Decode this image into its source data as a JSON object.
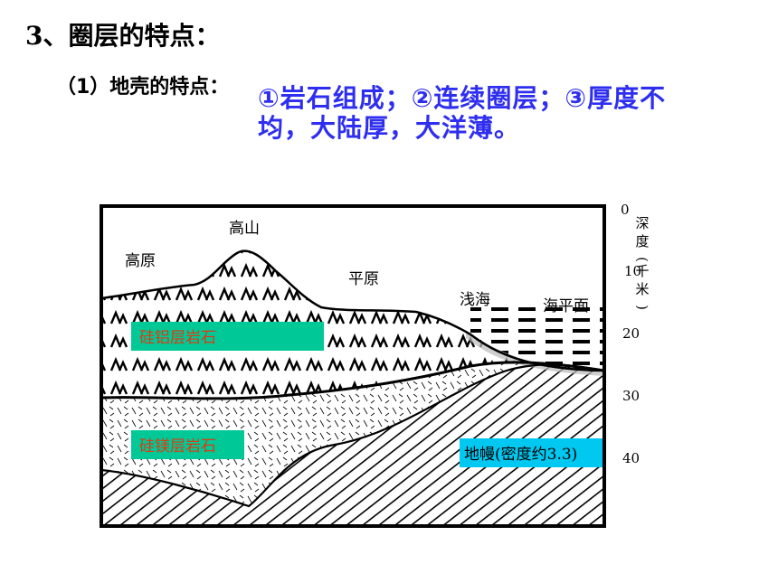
{
  "heading": "3、圈层的特点：",
  "subheading": "（1）地壳的特点：",
  "points": {
    "line1": "①岩石组成；②连续圈层；③厚度不",
    "line2": "均，大陆厚，大洋薄。"
  },
  "diagram": {
    "labels": {
      "mountain": "高山",
      "plateau": "高原",
      "plain": "平原",
      "shallow_sea": "浅海",
      "sea_level": "海平面"
    },
    "depth_axis": {
      "title": "深度(千米)",
      "ticks": [
        "0",
        "10",
        "20",
        "30",
        "40"
      ]
    },
    "boxes": {
      "sial": "硅铝层岩石",
      "sima": "硅镁层岩石",
      "mantle": "地幔(密度约3.3)"
    },
    "colors": {
      "sial_box": "#00c896",
      "sima_box": "#00c896",
      "box_text": "#e03a10",
      "mantle_box": "#00c8f0"
    }
  }
}
